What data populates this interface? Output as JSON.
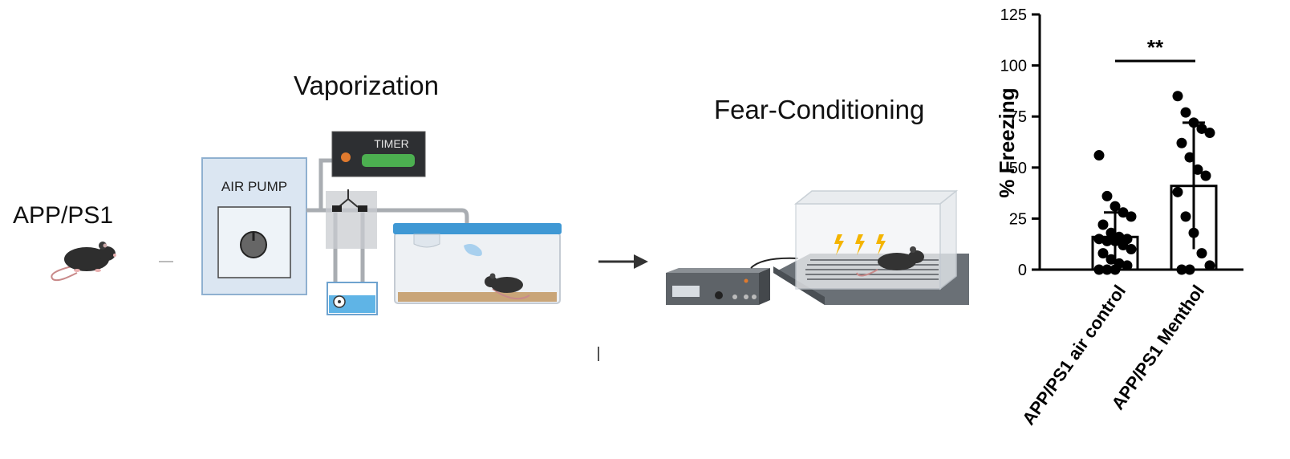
{
  "diagram": {
    "mouse_label": "APP/PS1",
    "vaporization_title": "Vaporization",
    "air_pump_label": "AIR PUMP",
    "timer_label": "TIMER",
    "fear_title": "Fear-Conditioning"
  },
  "chart_data": {
    "type": "bar",
    "categories": [
      "APP/PS1 air control",
      "APP/PS1 Menthol"
    ],
    "values": [
      16,
      41
    ],
    "error": [
      12,
      31
    ],
    "points": [
      [
        56,
        36,
        31,
        28,
        26,
        22,
        18,
        16,
        15,
        15,
        14,
        14,
        12,
        10,
        8,
        5,
        3,
        2,
        0,
        0,
        0
      ],
      [
        85,
        77,
        72,
        69,
        67,
        62,
        55,
        49,
        46,
        38,
        26,
        18,
        8,
        2,
        0,
        0
      ]
    ],
    "ylabel": "% Freezing",
    "xlabel": "",
    "ylim": [
      0,
      125
    ],
    "yticks": [
      "0",
      "25",
      "50",
      "75",
      "100",
      "125"
    ],
    "significance": "**",
    "colors": {
      "bar_fill": "#ffffff",
      "bar_stroke": "#000000",
      "point": "#000000"
    },
    "grid": false
  }
}
